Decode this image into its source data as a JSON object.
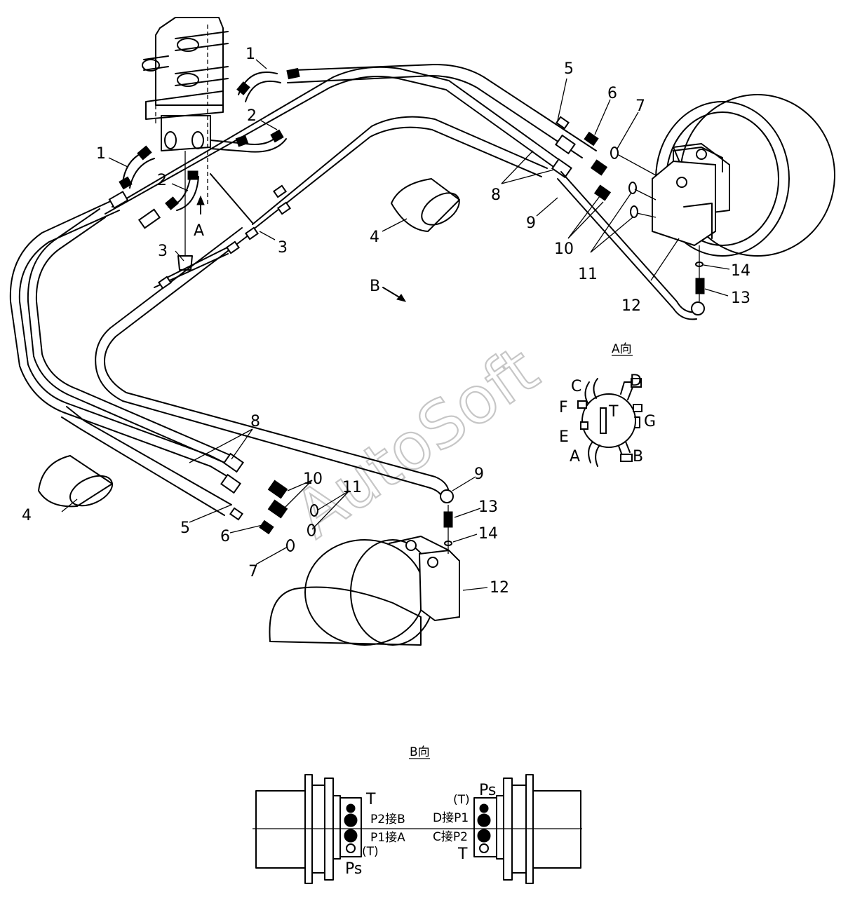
{
  "part_labels": {
    "n1": "1",
    "n2": "2",
    "n3": "3",
    "n4": "4",
    "n5": "5",
    "n6": "6",
    "n7": "7",
    "n8": "8",
    "n9": "9",
    "n10": "10",
    "n11": "11",
    "n12": "12",
    "n13": "13",
    "n14": "14"
  },
  "arrow_labels": {
    "a": "A",
    "b": "B"
  },
  "view_a": {
    "title": "A向",
    "ports": {
      "a": "A",
      "b": "B",
      "c": "C",
      "d": "D",
      "e": "E",
      "f": "F",
      "g": "G",
      "t": "T"
    }
  },
  "view_b": {
    "title": "B向",
    "left": {
      "t": "T",
      "p2": "P2接B",
      "p1": "P1接A",
      "t_paren": "(T)",
      "ps": "Ps"
    },
    "right": {
      "t_paren": "(T)",
      "ps": "Ps",
      "d": "D接P1",
      "c": "C接P2",
      "t": "T"
    }
  },
  "watermark": "AutoSoft"
}
